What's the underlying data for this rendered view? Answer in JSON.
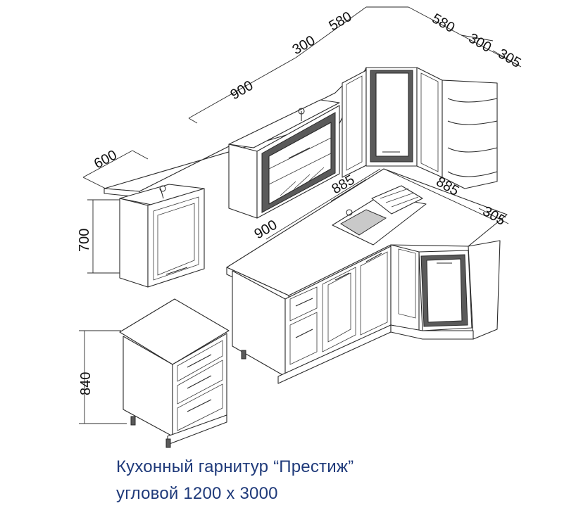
{
  "caption": {
    "line1": "Кухонный гарнитур “Престиж”",
    "line2": "угловой 1200 х 3000"
  },
  "dimensions": {
    "wall_depth": "600",
    "wall_run": "900",
    "wall_corner_a": "300",
    "wall_corner_b": "580",
    "wall_corner_c": "580",
    "wall_corner_d": "300",
    "wall_shelf": "305",
    "base_run_900": "900",
    "base_corner_a": "885",
    "base_corner_b": "885",
    "base_shelf": "305",
    "wall_height": "700",
    "base_height": "840"
  },
  "colors": {
    "line": "#2a2a2a",
    "caption": "#1f3a7a",
    "glass_shade": "#c9c9c9"
  }
}
